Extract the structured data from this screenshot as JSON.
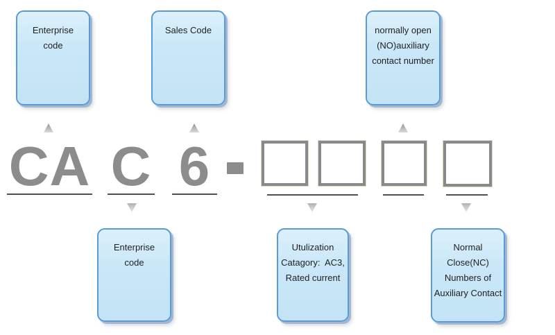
{
  "diagram": {
    "code": {
      "parts": [
        "CA",
        "C",
        "6"
      ],
      "separator": "-",
      "blank_square_count": 4
    },
    "top_boxes": [
      {
        "lines": [
          "Enterprise",
          "code"
        ]
      },
      {
        "lines": [
          "Sales Code"
        ]
      },
      {
        "lines": [
          "normally open",
          "(NO)auxiliary",
          "contact number"
        ]
      }
    ],
    "bottom_boxes": [
      {
        "lines": [
          "Enterprise",
          "code"
        ]
      },
      {
        "lines": [
          "Utulization",
          "Catagory:  AC3,",
          "Rated current"
        ]
      },
      {
        "lines": [
          "Normal Close(NC)",
          "Numbers of",
          "Auxiliary Contact"
        ]
      }
    ],
    "colors": {
      "box_fill": "#c9e7f8",
      "box_border": "#5b9bd5",
      "code_text": "#8c8c8c",
      "underline": "#4f4f4f",
      "square_border": "#87898c",
      "arrow": "#b2b2b2"
    }
  }
}
